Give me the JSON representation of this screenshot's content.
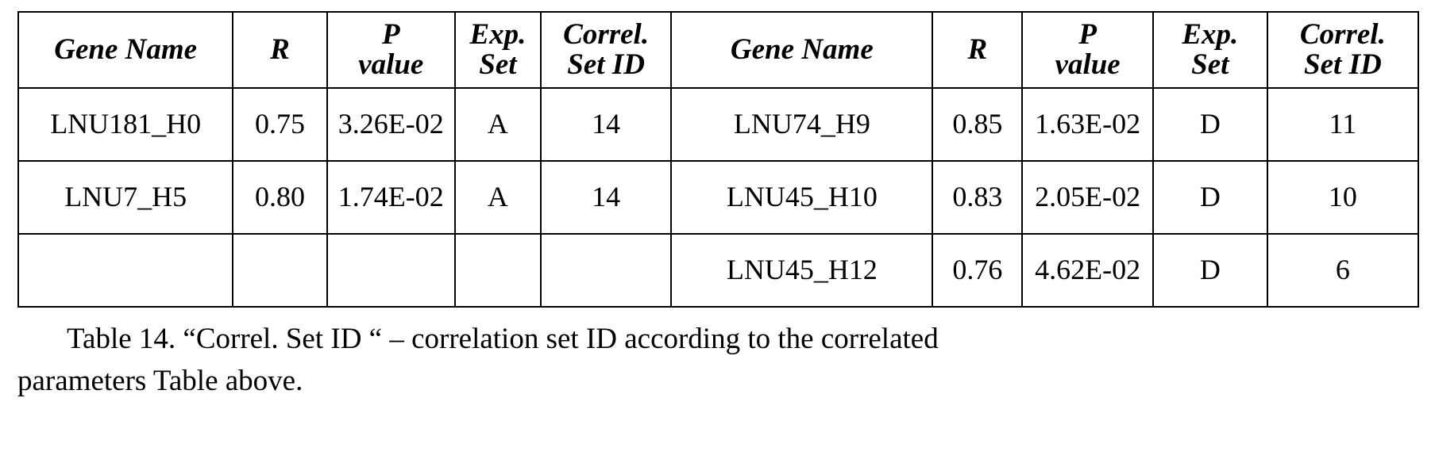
{
  "table": {
    "headers": [
      "Gene Name",
      "R",
      "P\nvalue",
      "Exp.\nSet",
      "Correl.\nSet ID",
      "Gene Name",
      "R",
      "P\nvalue",
      "Exp.\nSet",
      "Correl.\nSet ID"
    ],
    "header_cells": {
      "gene_name_left": "Gene Name",
      "r_left": "R",
      "p_value_left_line1": "P",
      "p_value_left_line2": "value",
      "exp_set_left_line1": "Exp.",
      "exp_set_left_line2": "Set",
      "correl_set_id_left_line1": "Correl.",
      "correl_set_id_left_line2": "Set ID",
      "gene_name_right": "Gene Name",
      "r_right": "R",
      "p_value_right_line1": "P",
      "p_value_right_line2": "value",
      "exp_set_right_line1": "Exp.",
      "exp_set_right_line2": "Set",
      "correl_set_id_right_line1": "Correl.",
      "correl_set_id_right_line2": "Set ID"
    },
    "rows": [
      {
        "left": {
          "gene_name": "LNU181_H0",
          "r": "0.75",
          "p_value": "3.26E-02",
          "exp_set": "A",
          "correl_set_id": "14"
        },
        "right": {
          "gene_name": "LNU74_H9",
          "r": "0.85",
          "p_value": "1.63E-02",
          "exp_set": "D",
          "correl_set_id": "11"
        }
      },
      {
        "left": {
          "gene_name": "LNU7_H5",
          "r": "0.80",
          "p_value": "1.74E-02",
          "exp_set": "A",
          "correl_set_id": "14"
        },
        "right": {
          "gene_name": "LNU45_H10",
          "r": "0.83",
          "p_value": "2.05E-02",
          "exp_set": "D",
          "correl_set_id": "10"
        }
      },
      {
        "left": {
          "gene_name": "",
          "r": "",
          "p_value": "",
          "exp_set": "",
          "correl_set_id": ""
        },
        "right": {
          "gene_name": "LNU45_H12",
          "r": "0.76",
          "p_value": "4.62E-02",
          "exp_set": "D",
          "correl_set_id": "6"
        }
      }
    ]
  },
  "caption": {
    "line1": "Table 14. “Correl. Set ID “ – correlation set ID according to the correlated",
    "line2": "parameters Table above."
  }
}
